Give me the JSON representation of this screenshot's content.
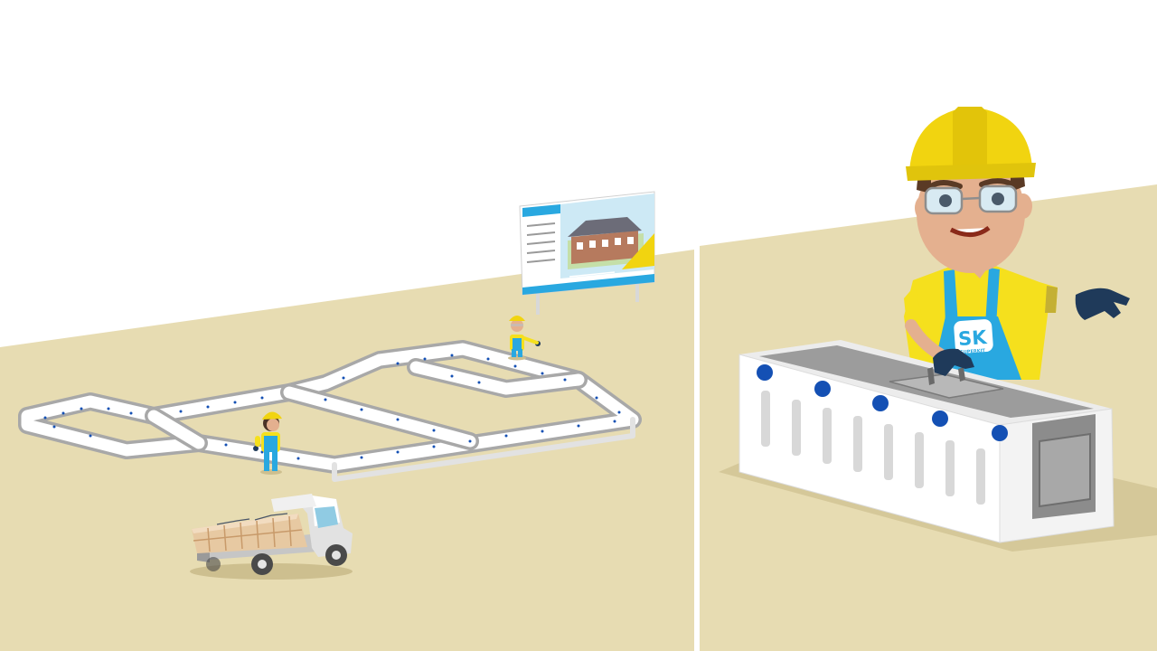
{
  "scene": {
    "left_panel": "foundation-site",
    "right_panel": "worker-with-block"
  },
  "apron_logo": {
    "initials": "SK",
    "subtext": "SUPERKIT"
  },
  "colors": {
    "ground": "#e7dcb2",
    "sky": "#ffffff",
    "helmet": "#f1d410",
    "shirt": "#f5e01d",
    "apron": "#29a8e0",
    "glove": "#1f3a5a",
    "dot": "#1450b4",
    "block": "#ffffff",
    "concrete": "#9c9c9c"
  },
  "icons": [
    "house-icon",
    "truck-icon",
    "worker-icon",
    "formwork-block-icon",
    "trowel-icon"
  ]
}
